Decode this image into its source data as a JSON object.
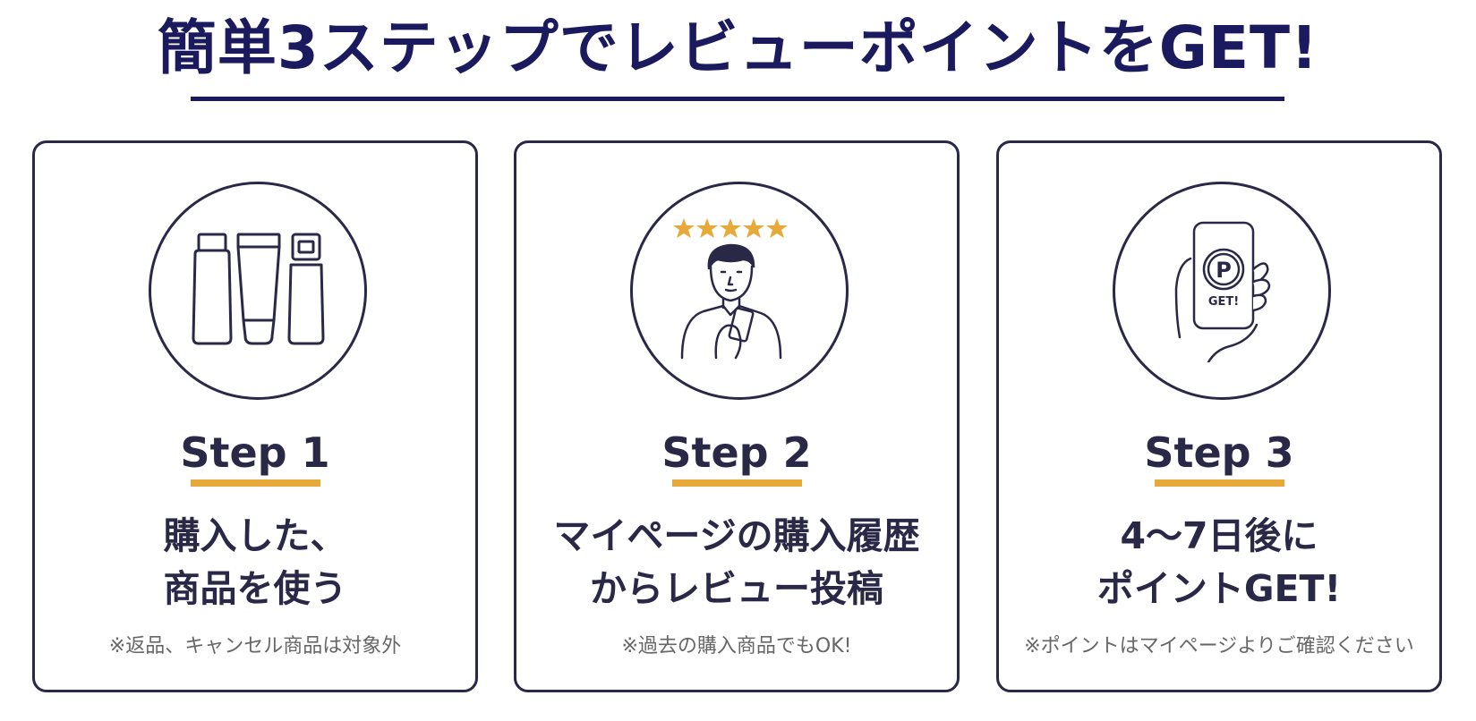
{
  "headline": "簡単3ステップでレビューポイントをGET!",
  "colors": {
    "navy": "#1b1a5e",
    "ink": "#2a2847",
    "accent": "#e6a93a",
    "note_gray": "#666666"
  },
  "steps": [
    {
      "label": "Step 1",
      "line1": "購入した、",
      "line2": "商品を使う",
      "note": "※返品、キャンセル商品は対象外",
      "icon": "cosmetic-bottles-icon"
    },
    {
      "label": "Step 2",
      "line1": "マイページの購入履歴",
      "line2": "からレビュー投稿",
      "note": "※過去の購入商品でもOK!",
      "icon": "reviewer-with-stars-icon",
      "stars": 5
    },
    {
      "label": "Step 3",
      "line1": "4〜7日後に",
      "line2": "ポイントGET!",
      "note": "※ポイントはマイページよりご確認ください",
      "icon": "phone-points-icon",
      "icon_text_letter": "P",
      "icon_text_get": "GET!"
    }
  ]
}
